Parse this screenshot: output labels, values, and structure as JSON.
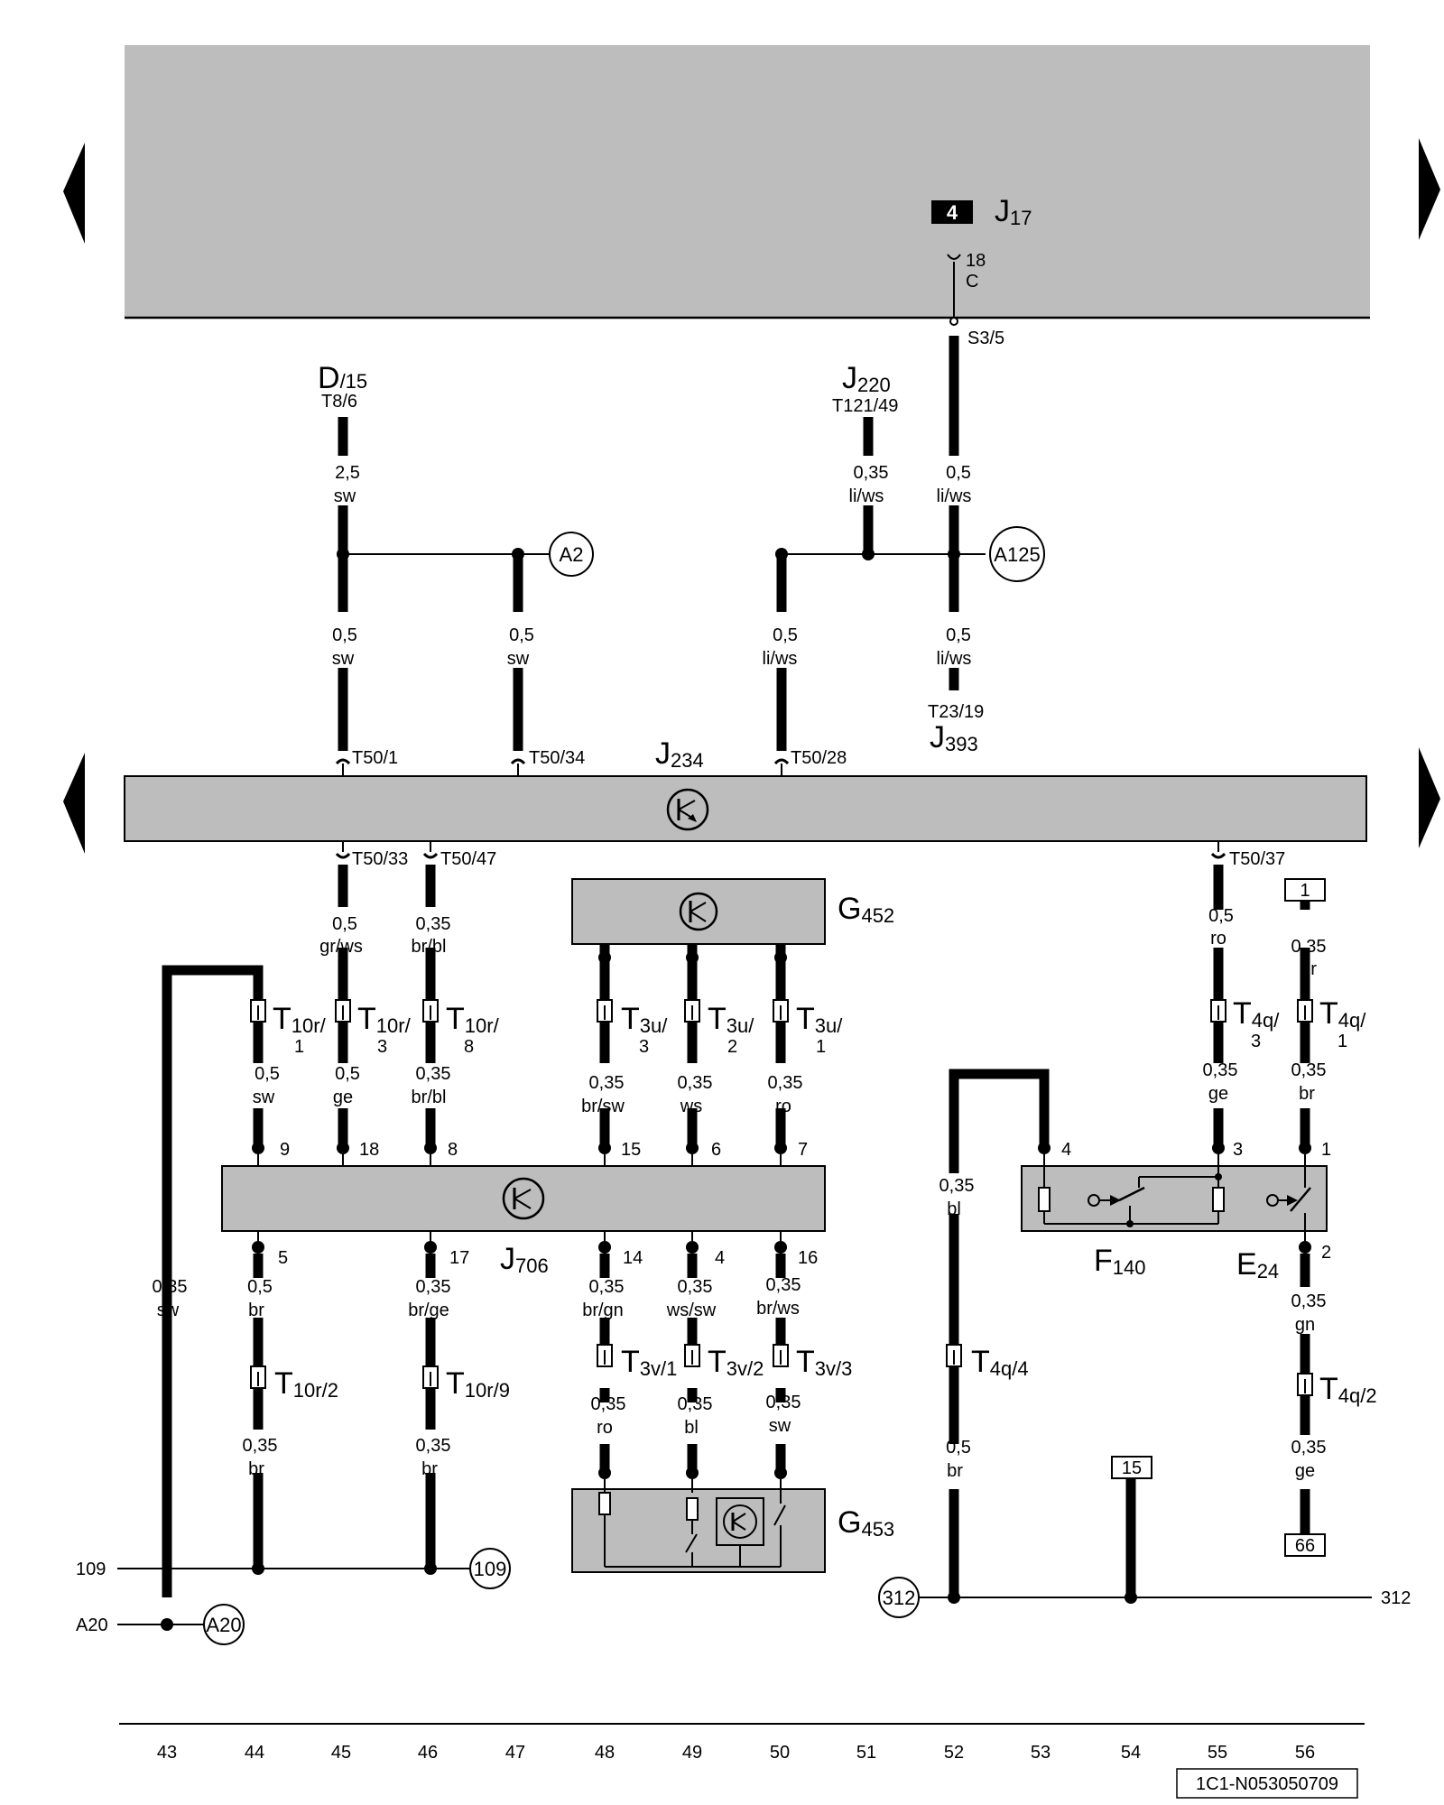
{
  "diagram": {
    "control_unit_box": {
      "pin_badge": "4",
      "name": "J",
      "sub": "17",
      "pin": "18",
      "pin_letter": "C",
      "connector": "S3/5"
    },
    "J234": {
      "name": "J",
      "sub": "234",
      "pins_top": [
        "T50/1",
        "T50/34",
        "T50/28"
      ],
      "pins_bottom": [
        "T50/33",
        "T50/47",
        "T50/37"
      ]
    },
    "D15": {
      "name": "D",
      "sub": "/15",
      "connector": "T8/6"
    },
    "J220": {
      "name": "J",
      "sub": "220",
      "connector": "T121/49"
    },
    "J393": {
      "name": "J",
      "sub": "393",
      "connector": "T23/19"
    },
    "G452": {
      "name": "G",
      "sub": "452"
    },
    "J706": {
      "name": "J",
      "sub": "706",
      "pins_top": [
        "9",
        "18",
        "8",
        "15",
        "6",
        "7"
      ],
      "pins_bottom": [
        "5",
        "17",
        "14",
        "4",
        "16"
      ]
    },
    "G453": {
      "name": "G",
      "sub": "453"
    },
    "F140": {
      "name": "F",
      "sub": "140",
      "pins": [
        "4",
        "3"
      ]
    },
    "E24": {
      "name": "E",
      "sub": "24",
      "pins": [
        "1",
        "2"
      ]
    },
    "splices": {
      "A2": "A2",
      "A125": "A125",
      "A20": "A20",
      "n109": "109",
      "n312": "312"
    },
    "terminals": {
      "t1": "1",
      "t15": "15",
      "t66": "66"
    },
    "edge_refs": {
      "left_109": "109",
      "left_A20": "A20",
      "right_312": "312"
    },
    "connectors": {
      "T10r1": {
        "name": "T",
        "sub": "10r/",
        "pin": "1"
      },
      "T10r3": {
        "name": "T",
        "sub": "10r/",
        "pin": "3"
      },
      "T10r8": {
        "name": "T",
        "sub": "10r/",
        "pin": "8"
      },
      "T3u3": {
        "name": "T",
        "sub": "3u/",
        "pin": "3"
      },
      "T3u2": {
        "name": "T",
        "sub": "3u/",
        "pin": "2"
      },
      "T3u1": {
        "name": "T",
        "sub": "3u/",
        "pin": "1"
      },
      "T4q3": {
        "name": "T",
        "sub": "4q/",
        "pin": "3"
      },
      "T4q1": {
        "name": "T",
        "sub": "4q/",
        "pin": "1"
      },
      "T10r2": {
        "name": "T",
        "sub": "10r/2"
      },
      "T10r9": {
        "name": "T",
        "sub": "10r/9"
      },
      "T3v1": {
        "name": "T",
        "sub": "3v/1"
      },
      "T3v2": {
        "name": "T",
        "sub": "3v/2"
      },
      "T3v3": {
        "name": "T",
        "sub": "3v/3"
      },
      "T4q4": {
        "name": "T",
        "sub": "4q/4"
      },
      "T4q2": {
        "name": "T",
        "sub": "4q/2"
      }
    },
    "wire_labels": {
      "w_d15": [
        "2,5",
        "sw"
      ],
      "w_j220": [
        "0,35",
        "li/ws"
      ],
      "w_s35": [
        "0,5",
        "li/ws"
      ],
      "w_45a": [
        "0,5",
        "sw"
      ],
      "w_47": [
        "0,5",
        "sw"
      ],
      "w_50a": [
        "0,5",
        "li/ws"
      ],
      "w_52a": [
        "0,5",
        "li/ws"
      ],
      "w_45b": [
        "0,5",
        "gr/ws"
      ],
      "w_46b": [
        "0,35",
        "br/bl"
      ],
      "w_55a": [
        "0,5",
        "ro"
      ],
      "w_56a": [
        "0,35",
        "br"
      ],
      "w_44c": [
        "0,5",
        "sw"
      ],
      "w_45c": [
        "0,5",
        "ge"
      ],
      "w_46c": [
        "0,35",
        "br/bl"
      ],
      "w_48c": [
        "0,35",
        "br/sw"
      ],
      "w_49c": [
        "0,35",
        "ws"
      ],
      "w_50c": [
        "0,35",
        "ro"
      ],
      "w_55c": [
        "0,35",
        "ge"
      ],
      "w_56c": [
        "0,35",
        "br"
      ],
      "w_52c": [
        "0,35",
        "bl"
      ],
      "w_43": [
        "0,35",
        "sw"
      ],
      "w_44d": [
        "0,5",
        "br"
      ],
      "w_46d": [
        "0,35",
        "br/ge"
      ],
      "w_48d": [
        "0,35",
        "br/gn"
      ],
      "w_49d": [
        "0,35",
        "ws/sw"
      ],
      "w_50d": [
        "0,35",
        "br/ws"
      ],
      "w_56d": [
        "0,35",
        "gn"
      ],
      "w_44e": [
        "0,35",
        "br"
      ],
      "w_46e": [
        "0,35",
        "br"
      ],
      "w_48e": [
        "0,35",
        "ro"
      ],
      "w_49e": [
        "0,35",
        "bl"
      ],
      "w_50e": [
        "0,35",
        "sw"
      ],
      "w_52e": [
        "0,5",
        "br"
      ],
      "w_56e": [
        "0,35",
        "ge"
      ]
    },
    "columns": [
      "43",
      "44",
      "45",
      "46",
      "47",
      "48",
      "49",
      "50",
      "51",
      "52",
      "53",
      "54",
      "55",
      "56"
    ],
    "footer_code": "1C1-N053050709"
  }
}
